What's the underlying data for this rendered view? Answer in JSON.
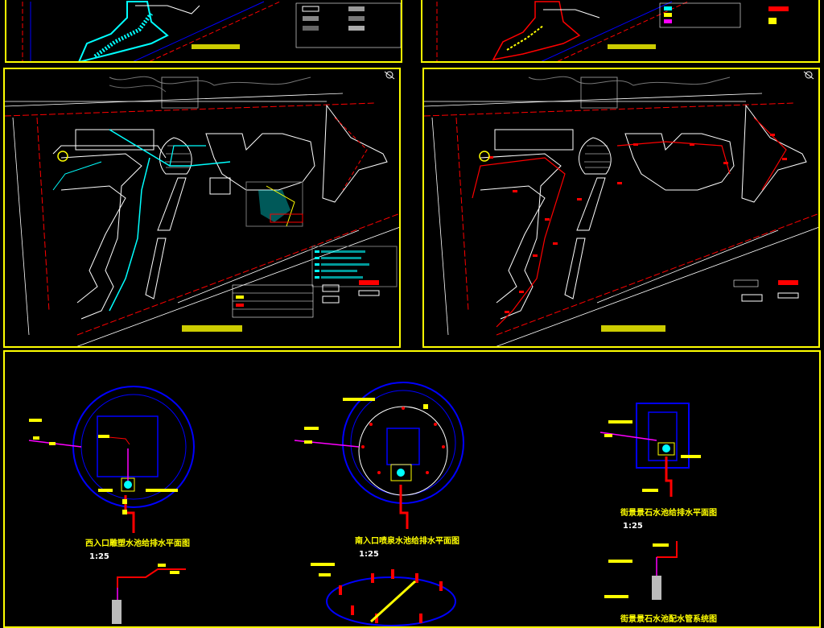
{
  "sheets": [
    {
      "id": "top-left"
    },
    {
      "id": "top-right"
    },
    {
      "id": "mid-left"
    },
    {
      "id": "mid-right"
    }
  ],
  "details": {
    "west_plan_title": "西入口雕塑水池给排水平面图",
    "west_plan_scale": "1:25",
    "south_plan_title": "南入口喷泉水池给排水平面图",
    "south_plan_scale": "1:25",
    "street_plan_title": "街景景石水池给排水平面图",
    "street_plan_scale": "1:25",
    "street_system_title": "街景景石水池配水管系统图"
  },
  "colors": {
    "frame": "#ffff00",
    "site_boundary": "#ff0000",
    "building_outline": "#ffffff",
    "water_pipe": "#00ffff",
    "pool_outline": "#0000ff",
    "drain_pipe": "#ff00ff",
    "background": "#000000"
  }
}
